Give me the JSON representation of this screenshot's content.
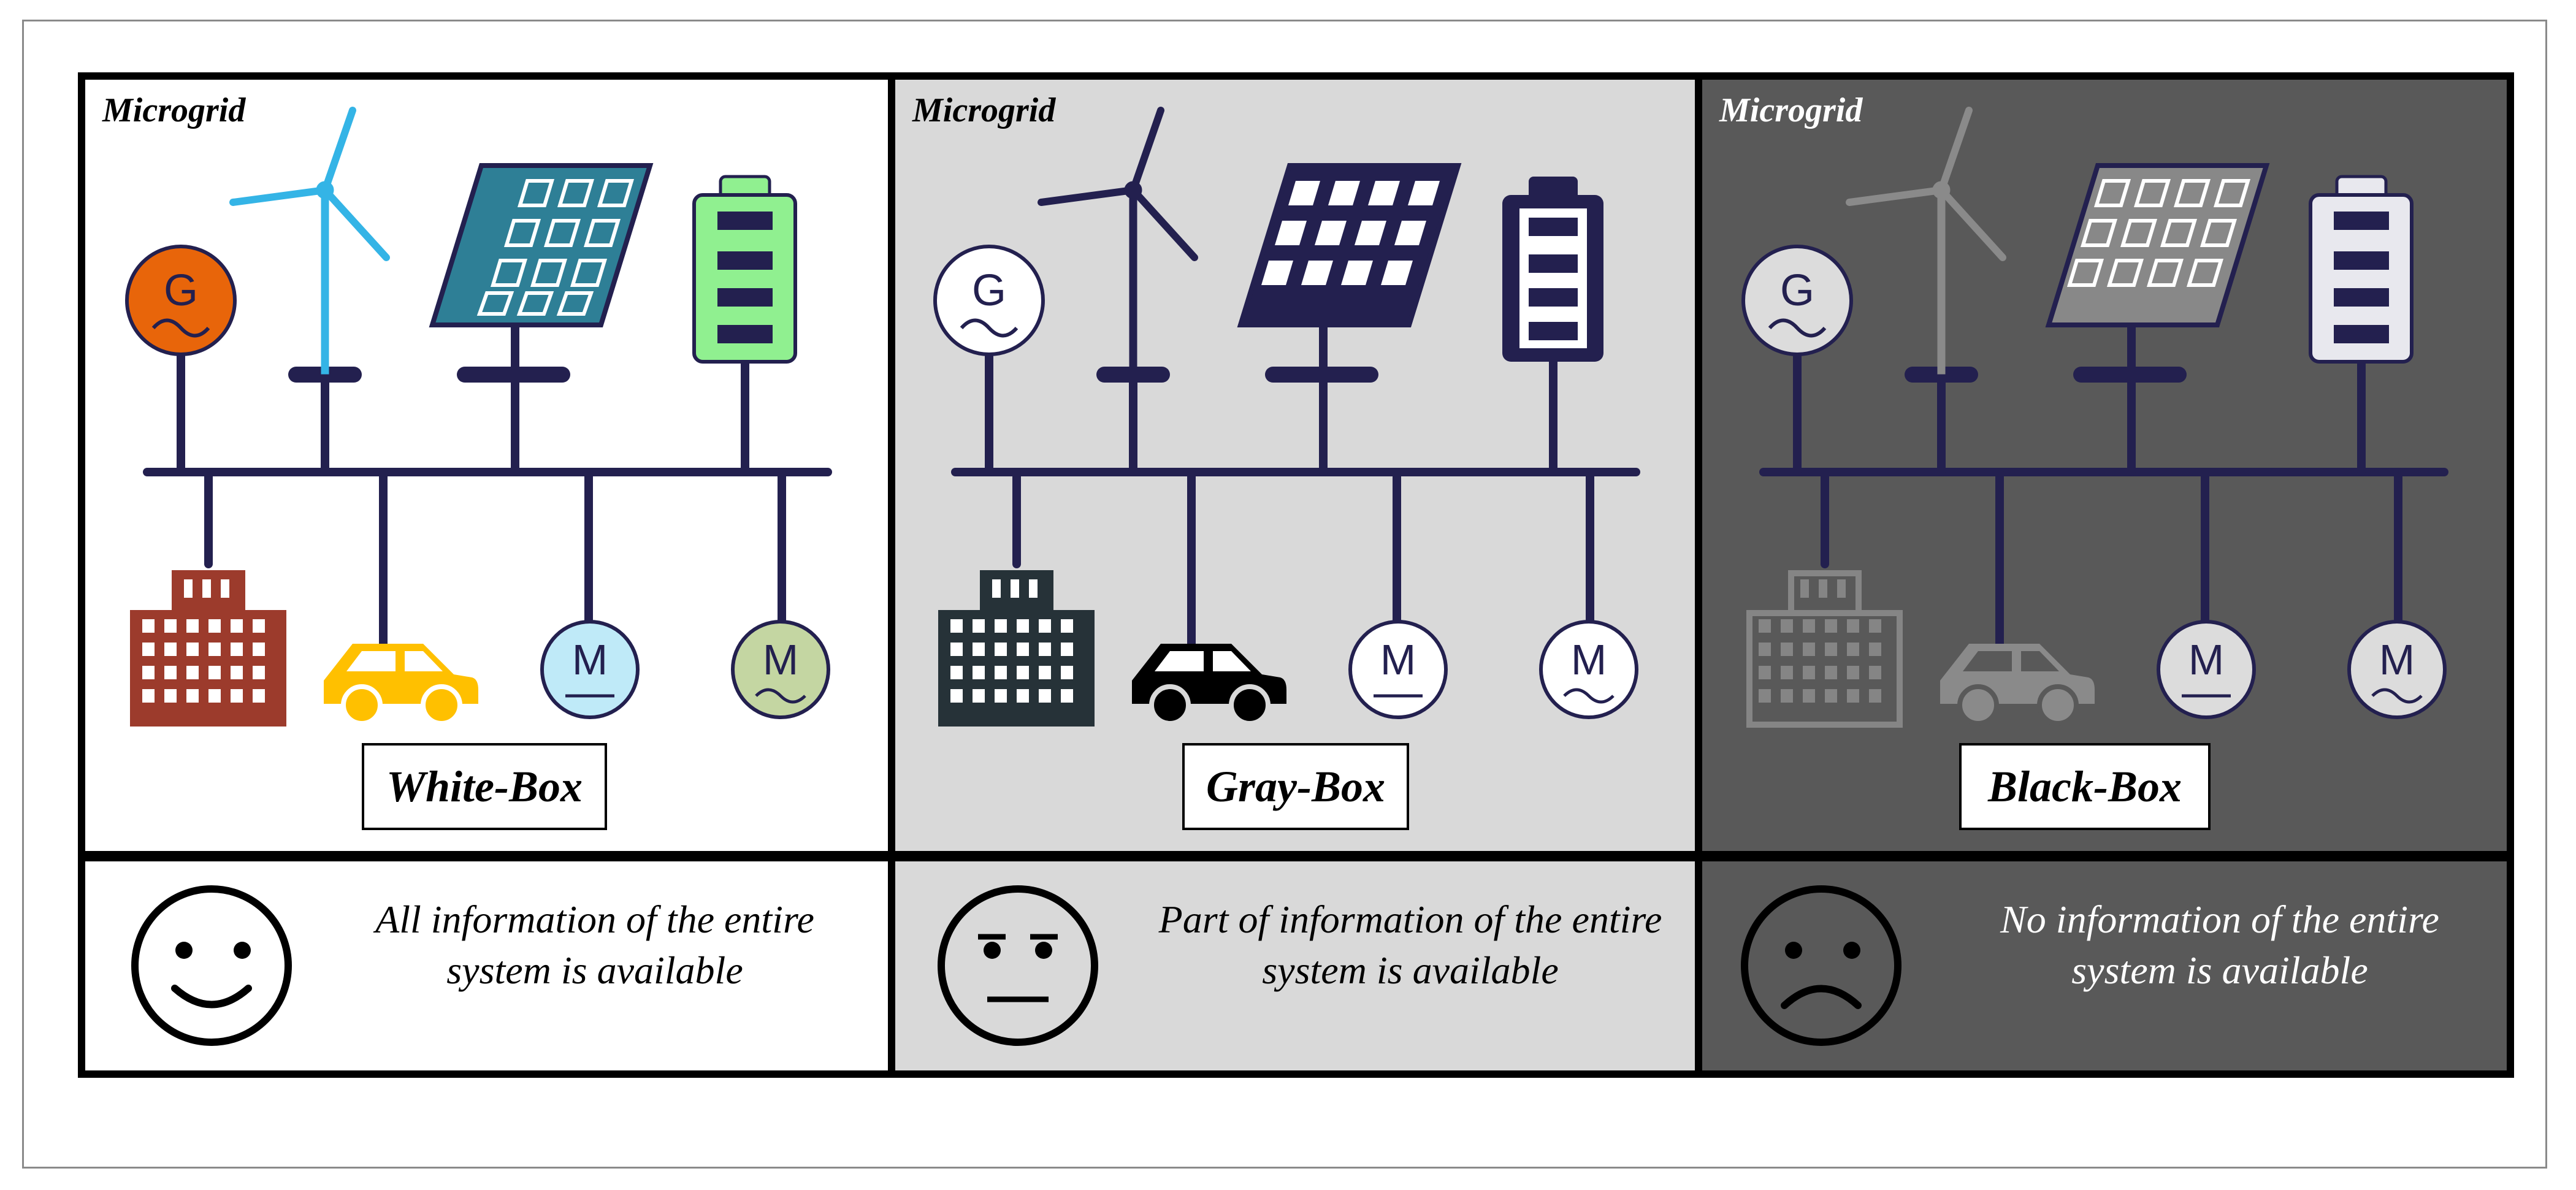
{
  "panels": [
    {
      "title": "Microgrid",
      "label": "White-Box",
      "description_line1": "All information of the entire",
      "description_line2": "system is available",
      "background": "#ffffff",
      "text_color": "#000000"
    },
    {
      "title": "Microgrid",
      "label": "Gray-Box",
      "description_line1": "Part of information of the entire",
      "description_line2": "system is available",
      "background": "#d9d9d9",
      "text_color": "#000000"
    },
    {
      "title": "Microgrid",
      "label": "Black-Box",
      "description_line1": "No information of the entire",
      "description_line2": "system is available",
      "background": "#595959",
      "text_color": "#ffffff"
    }
  ],
  "symbols": {
    "generator": "G",
    "motor": "M"
  },
  "colors": {
    "bus": "#23204f",
    "border": "#000000"
  }
}
